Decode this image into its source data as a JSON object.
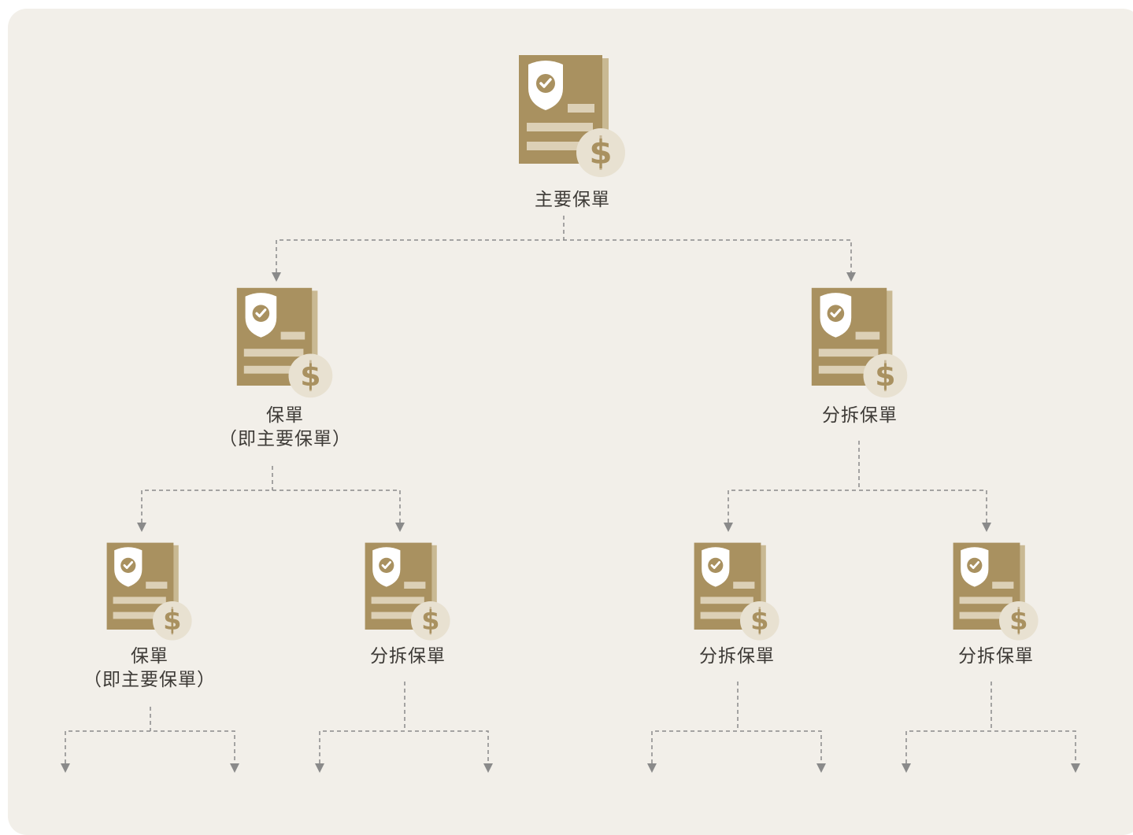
{
  "colors": {
    "panel_bg": "#f2efe9",
    "doc_fill": "#a99160",
    "doc_shadow": "#c9b993",
    "doc_lines": "#dcd0b6",
    "coin_fill": "#e8e1d1",
    "coin_symbol": "#a99160",
    "shield": "#ffffff",
    "connector": "#8a8a8a",
    "text": "#3d3a36"
  },
  "icon": {
    "name": "insurance-policy-document-icon",
    "coin_symbol": "$"
  },
  "nodes": {
    "root": {
      "label": "主要保單"
    },
    "left": {
      "label_line1": "保單",
      "label_line2": "（即主要保單）"
    },
    "right": {
      "label": "分拆保單"
    },
    "left_left": {
      "label_line1": "保單",
      "label_line2": "（即主要保單）"
    },
    "left_right": {
      "label": "分拆保單"
    },
    "right_left": {
      "label": "分拆保單"
    },
    "right_right": {
      "label": "分拆保單"
    }
  }
}
